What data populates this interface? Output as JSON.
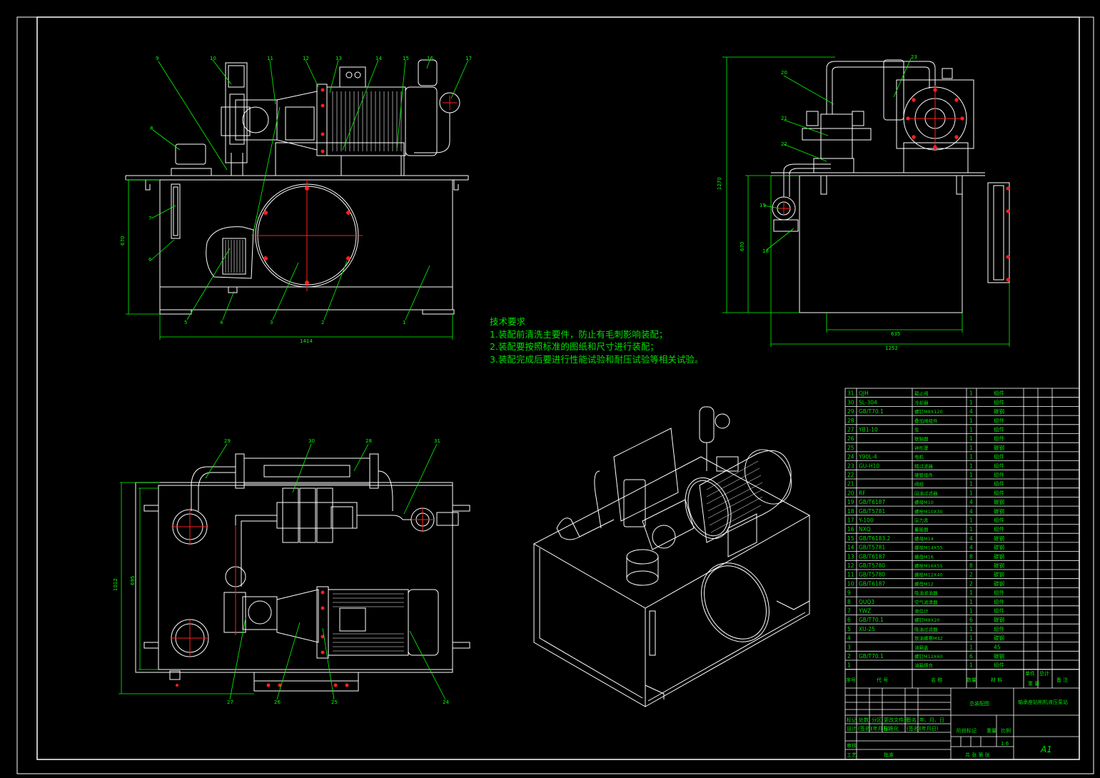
{
  "tech_requirements": {
    "title": "技术要求",
    "lines": [
      "1.装配前清洗主要件，防止有毛刺影响装配；",
      "2.装配要按照标准的图纸和尺寸进行装配；",
      "3.装配完成后要进行性能试验和耐压试验等相关试验。"
    ]
  },
  "front_view": {
    "balloons": [
      "9",
      "10",
      "11",
      "12",
      "13",
      "14",
      "15",
      "16",
      "17",
      "8",
      "7",
      "6",
      "5",
      "4",
      "3",
      "2",
      "1"
    ],
    "dim_width": "1414",
    "dim_height": "670"
  },
  "side_view": {
    "balloons": [
      "20",
      "21",
      "22",
      "23",
      "19",
      "18"
    ],
    "dim_base": "635",
    "dim_total_width": "1252",
    "dim_tank_height": "670",
    "dim_total_height": "1270"
  },
  "top_view": {
    "balloons": [
      "29",
      "30",
      "28",
      "31",
      "27",
      "26",
      "25",
      "24"
    ],
    "dim_depth_outer": "1012",
    "dim_depth_inner": "695"
  },
  "bom": {
    "rows": [
      {
        "no": "31",
        "code": "QJH",
        "name": "截止阀",
        "qty": "1",
        "mat": "组件"
      },
      {
        "no": "30",
        "code": "SL-304",
        "name": "冷却器",
        "qty": "1",
        "mat": "组件"
      },
      {
        "no": "29",
        "code": "GB/T70.1",
        "name": "螺钉M8X120",
        "qty": "4",
        "mat": "碳钢"
      },
      {
        "no": "28",
        "code": "",
        "name": "叠加阀组件",
        "qty": "1",
        "mat": "组件"
      },
      {
        "no": "27",
        "code": "YB1-10",
        "name": "泵",
        "qty": "1",
        "mat": "组件"
      },
      {
        "no": "26",
        "code": "",
        "name": "联轴器",
        "qty": "1",
        "mat": "组件"
      },
      {
        "no": "25",
        "code": "",
        "name": "钟形罩",
        "qty": "1",
        "mat": "碳钢"
      },
      {
        "no": "24",
        "code": "Y90L-4",
        "name": "电机",
        "qty": "1",
        "mat": "组件"
      },
      {
        "no": "23",
        "code": "GU-H10",
        "name": "精过滤器",
        "qty": "1",
        "mat": "组件"
      },
      {
        "no": "22",
        "code": "",
        "name": "硬管组件",
        "qty": "1",
        "mat": "组件"
      },
      {
        "no": "21",
        "code": "",
        "name": "阀组",
        "qty": "1",
        "mat": "组件"
      },
      {
        "no": "20",
        "code": "RF",
        "name": "回油过滤器",
        "qty": "1",
        "mat": "组件"
      },
      {
        "no": "19",
        "code": "GB/T6187",
        "name": "螺母M10",
        "qty": "4",
        "mat": "碳钢"
      },
      {
        "no": "18",
        "code": "GB/T5781",
        "name": "螺栓M10X30",
        "qty": "4",
        "mat": "碳钢"
      },
      {
        "no": "17",
        "code": "Y-100",
        "name": "压力表",
        "qty": "1",
        "mat": "组件"
      },
      {
        "no": "16",
        "code": "NXQ",
        "name": "蓄能器",
        "qty": "1",
        "mat": "组件"
      },
      {
        "no": "15",
        "code": "GB/T6183.2",
        "name": "螺母M14",
        "qty": "4",
        "mat": "碳钢"
      },
      {
        "no": "14",
        "code": "GB/T5781",
        "name": "螺栓M14X55",
        "qty": "4",
        "mat": "碳钢"
      },
      {
        "no": "13",
        "code": "GB/T6187",
        "name": "螺母M16",
        "qty": "8",
        "mat": "碳钢"
      },
      {
        "no": "12",
        "code": "GB/T5780",
        "name": "螺栓M16X55",
        "qty": "8",
        "mat": "碳钢"
      },
      {
        "no": "11",
        "code": "GB/T5780",
        "name": "螺栓M12X40",
        "qty": "2",
        "mat": "碳钢"
      },
      {
        "no": "10",
        "code": "GB/T6187",
        "name": "螺母M12",
        "qty": "2",
        "mat": "碳钢"
      },
      {
        "no": "9",
        "code": "",
        "name": "吸油滤油器",
        "qty": "1",
        "mat": "组件"
      },
      {
        "no": "8",
        "code": "QUQ3",
        "name": "空气滤清器",
        "qty": "1",
        "mat": "组件"
      },
      {
        "no": "7",
        "code": "YWZ",
        "name": "液位计",
        "qty": "1",
        "mat": "组件"
      },
      {
        "no": "6",
        "code": "GB/T70.1",
        "name": "螺钉M8X20",
        "qty": "6",
        "mat": "碳钢"
      },
      {
        "no": "5",
        "code": "XU-25",
        "name": "吸油过滤器",
        "qty": "1",
        "mat": "组件"
      },
      {
        "no": "4",
        "code": "",
        "name": "放油螺塞M42",
        "qty": "1",
        "mat": "碳钢"
      },
      {
        "no": "3",
        "code": "",
        "name": "油箱盖",
        "qty": "1",
        "mat": "45"
      },
      {
        "no": "2",
        "code": "GB/T70.1",
        "name": "螺钉M12X60",
        "qty": "6",
        "mat": "碳钢"
      },
      {
        "no": "1",
        "code": "",
        "name": "油箱焊合",
        "qty": "1",
        "mat": "组件"
      }
    ],
    "header": {
      "no": "序号",
      "code": "代  号",
      "name": "名  称",
      "qty": "数量",
      "mat": "材  料",
      "unit": "单件",
      "total": "总计",
      "weight": "重   量",
      "note": "备  注"
    }
  },
  "title_block": {
    "assembly": "总装配图",
    "drawing_title": "轴承座钻削机液压泵站",
    "scale_label": "比例",
    "scale": "1:6",
    "sheet_size": "A1",
    "sheets": "共  张  第  张",
    "stage_label": "阶段标记",
    "weight_label": "重量",
    "row1": [
      "标记",
      "处数",
      "分区",
      "更改文件号",
      "签名",
      "年、月、日"
    ],
    "row2": [
      "设计",
      "(签名)",
      "(年月日)",
      "标准化",
      "(签名)",
      "(年月日)"
    ],
    "row3": [
      "审核"
    ],
    "row4": [
      "工艺",
      "",
      "批准"
    ]
  },
  "colors": {
    "bg": "#000000",
    "line": "#ffffff",
    "dim": "#00ff00",
    "center": "#ff0000",
    "text": "#00e000"
  }
}
